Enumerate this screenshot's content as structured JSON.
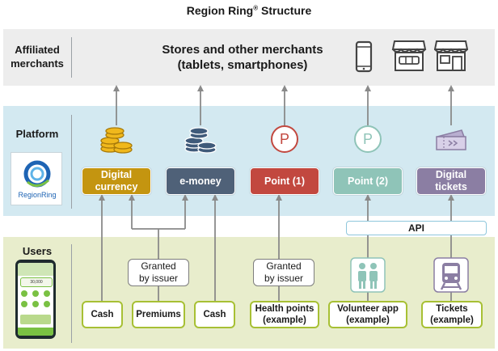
{
  "title": {
    "text": "Region Ring",
    "mark": "®",
    "suffix": " Structure"
  },
  "bands": {
    "merchants": {
      "label_line1": "Affiliated",
      "label_line2": "merchants",
      "color": "#ededed"
    },
    "platform": {
      "label": "Platform",
      "color": "#d3e9f1"
    },
    "users": {
      "label": "Users",
      "color": "#e8edcc"
    }
  },
  "merchants": {
    "text_line1": "Stores and other merchants",
    "text_line2": "(tablets, smartphones)",
    "icons": [
      "smartphone-icon",
      "store-icon",
      "shop-icon"
    ]
  },
  "logo": {
    "text": "RegionRing"
  },
  "platform_items": [
    {
      "label_line1": "Digital",
      "label_line2": "currency",
      "color": "#c49510",
      "icon": "gold-coins-icon"
    },
    {
      "label_line1": "e-money",
      "label_line2": "",
      "color": "#4f6178",
      "icon": "blue-coins-icon"
    },
    {
      "label_line1": "Point (1)",
      "label_line2": "",
      "color": "#c2483f",
      "icon": "point-red-icon"
    },
    {
      "label_line1": "Point (2)",
      "label_line2": "",
      "color": "#8fc4b8",
      "icon": "point-green-icon"
    },
    {
      "label_line1": "Digital",
      "label_line2": "tickets",
      "color": "#8b7ea3",
      "icon": "ticket-icon"
    }
  ],
  "coin_symbol_p": "P",
  "api_label": "API",
  "granted": [
    {
      "line1": "Granted",
      "line2": "by issuer"
    },
    {
      "line1": "Granted",
      "line2": "by issuer"
    }
  ],
  "user_items": [
    {
      "line1": "Cash",
      "line2": ""
    },
    {
      "line1": "Premiums",
      "line2": ""
    },
    {
      "line1": "Cash",
      "line2": ""
    },
    {
      "line1": "Health points",
      "line2": "(example)"
    },
    {
      "line1": "Volunteer app",
      "line2": "(example)"
    },
    {
      "line1": "Tickets",
      "line2": "(example)"
    }
  ],
  "phone": {
    "balance": "30,000"
  }
}
